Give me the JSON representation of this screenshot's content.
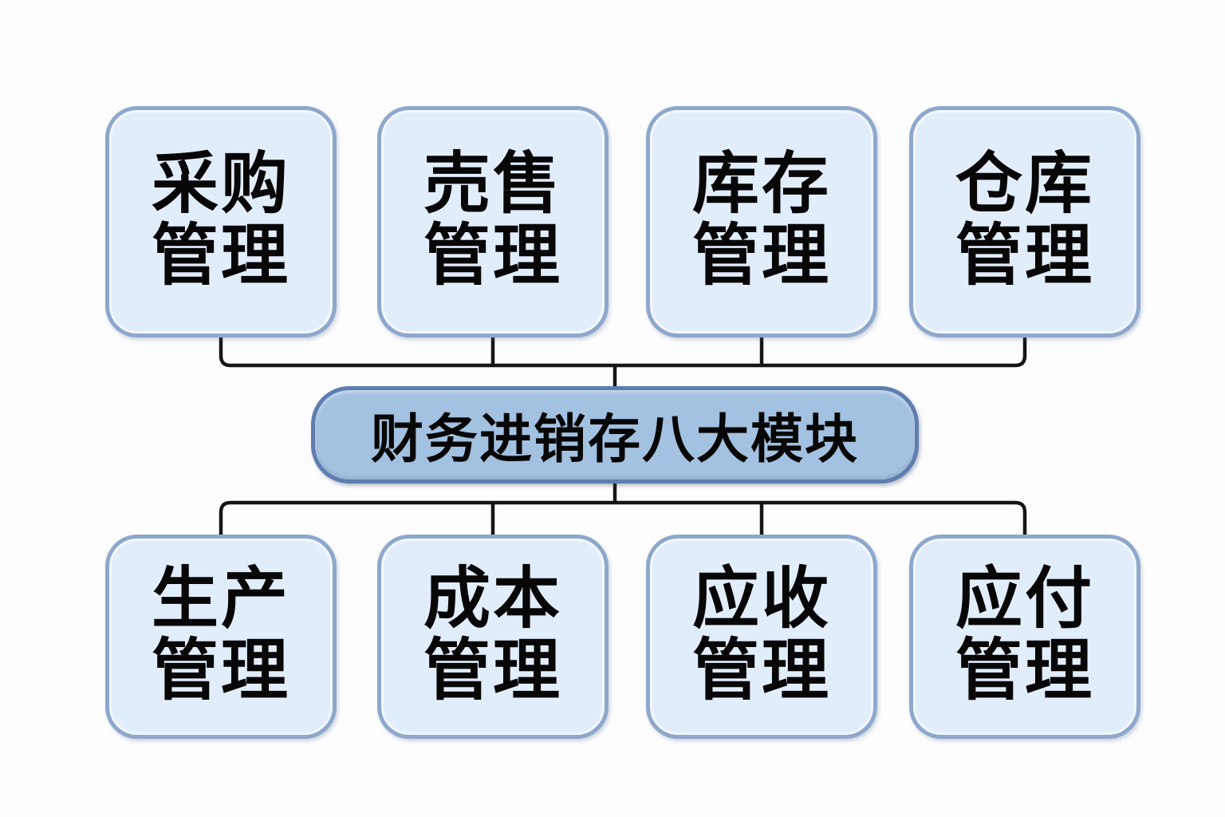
{
  "theme": {
    "canvas_bg": "#fdfdfe",
    "module_box_fill": "#e2edfb",
    "module_box_border": "#8ea8cc",
    "center_banner_fill": "#a3c1e1",
    "center_banner_border": "#5d7eae",
    "connector_color": "#151515",
    "text_color": "#070707"
  },
  "diagram": {
    "center": {
      "title": "财务进销存八大模块"
    },
    "top_modules": [
      {
        "lines": [
          "采购",
          "管理"
        ]
      },
      {
        "lines": [
          "売售",
          "管理"
        ]
      },
      {
        "lines": [
          "库存",
          "管理"
        ]
      },
      {
        "lines": [
          "仓库",
          "管理"
        ]
      }
    ],
    "bottom_modules": [
      {
        "lines": [
          "生产",
          "管理"
        ]
      },
      {
        "lines": [
          "成本",
          "管理"
        ]
      },
      {
        "lines": [
          "应收",
          "管理"
        ]
      },
      {
        "lines": [
          "应付",
          "管理"
        ]
      }
    ]
  }
}
